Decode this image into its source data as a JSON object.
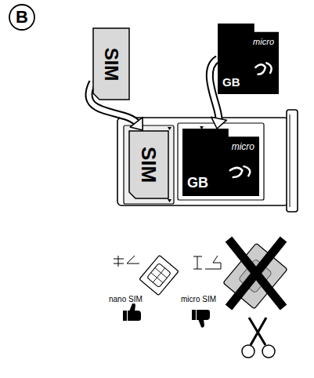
{
  "diagram": {
    "nodes": [
      {
        "text": [
          "B"
        ]
      },
      {
        "text": [
          "SIM"
        ]
      },
      {
        "text": [
          "micro",
          "GB"
        ]
      },
      {
        "text": [
          "SIM"
        ]
      },
      {
        "text": [
          "micro",
          "GB"
        ]
      }
    ],
    "edges": [
      {
        "from": 1,
        "to": 3,
        "arrow": "to"
      },
      {
        "from": 2,
        "to": 4,
        "arrow": "to"
      }
    ],
    "labels": [
      "nano SIM",
      "micro SIM"
    ]
  }
}
